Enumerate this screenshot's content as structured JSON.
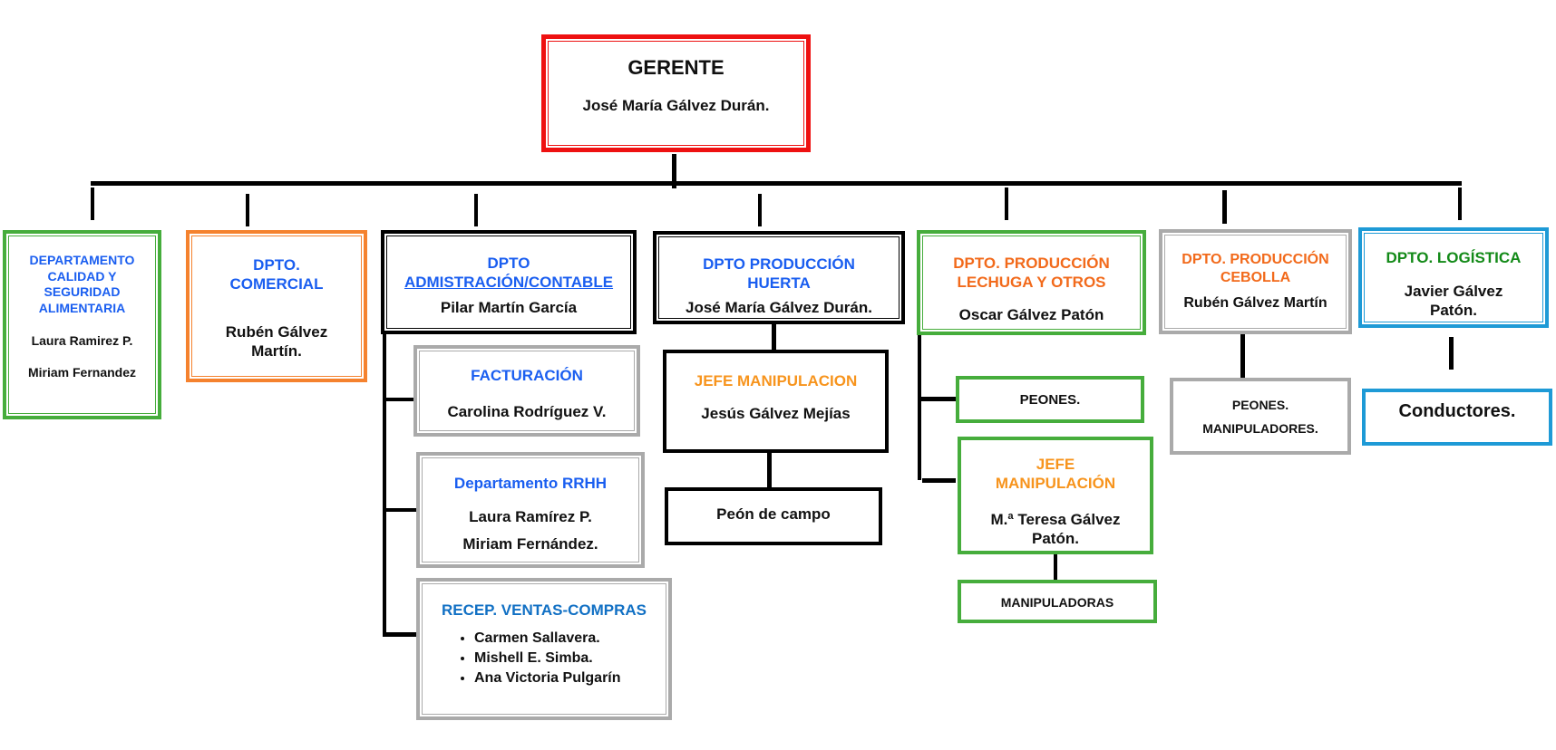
{
  "gerente": {
    "title": "GERENTE",
    "name": "José María Gálvez Durán."
  },
  "departments": {
    "calidad": {
      "title_lines": [
        "DEPARTAMENTO",
        "CALIDAD Y",
        "SEGURIDAD",
        "ALIMENTARIA"
      ],
      "people": [
        "Laura Ramirez P.",
        "Miriam Fernandez"
      ]
    },
    "comercial": {
      "title_lines": [
        "DPTO.",
        "COMERCIAL"
      ],
      "name_lines": [
        "Rubén Gálvez",
        "Martín."
      ]
    },
    "administracion": {
      "title_lines": [
        "DPTO",
        "ADMISTRACIÓN/CONTABLE"
      ],
      "name": "Pilar Martín García",
      "children": {
        "facturacion": {
          "title": "FACTURACIÓN",
          "name": "Carolina Rodríguez V."
        },
        "rrhh": {
          "title": "Departamento RRHH",
          "people": [
            "Laura Ramírez P.",
            "Miriam Fernández."
          ]
        },
        "recepcion": {
          "title": "RECEP. VENTAS-COMPRAS",
          "people": [
            "Carmen Sallavera.",
            "Mishell E. Simba.",
            "Ana Victoria Pulgarín"
          ]
        }
      }
    },
    "huerta": {
      "title_lines": [
        "DPTO PRODUCCIÓN",
        "HUERTA"
      ],
      "name": "José María Gálvez Durán.",
      "jefe": {
        "title": "JEFE MANIPULACION",
        "name": "Jesús Gálvez Mejías"
      },
      "peon": {
        "label": "Peón de campo"
      }
    },
    "lechuga": {
      "title_lines": [
        "DPTO. PRODUCCIÓN",
        "LECHUGA Y OTROS"
      ],
      "name": "Oscar Gálvez Patón",
      "peones": {
        "label": "PEONES."
      },
      "jefe": {
        "title_lines": [
          "JEFE",
          "MANIPULACIÓN"
        ],
        "name_lines": [
          "M.ª Teresa Gálvez",
          "Patón."
        ]
      },
      "manipuladoras": {
        "label": "MANIPULADORAS"
      }
    },
    "cebolla": {
      "title_lines": [
        "DPTO. PRODUCCIÓN",
        "CEBOLLA"
      ],
      "name": "Rubén Gálvez Martín",
      "staff": [
        "PEONES.",
        "MANIPULADORES."
      ]
    },
    "logistica": {
      "title": "DPTO. LOGÍSTICA",
      "name_lines": [
        "Javier Gálvez",
        "Patón."
      ],
      "conductores": {
        "label": "Conductores."
      }
    }
  }
}
